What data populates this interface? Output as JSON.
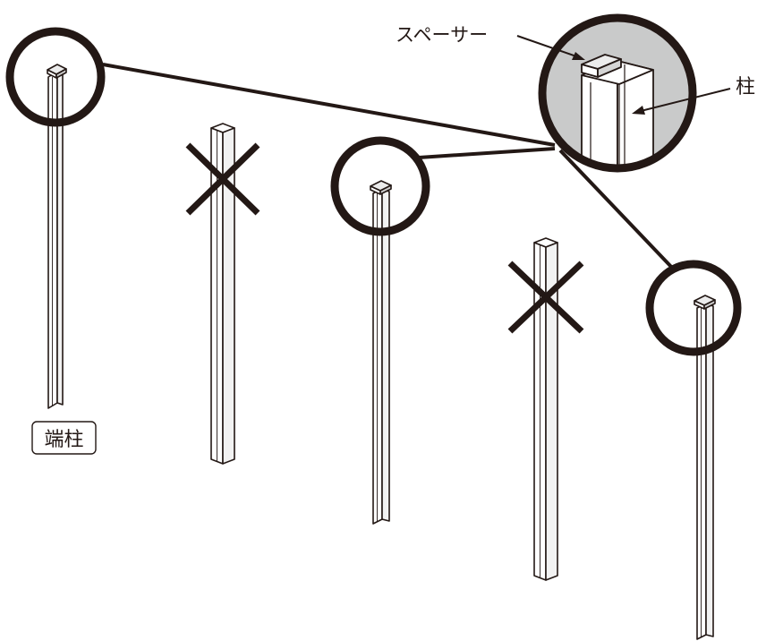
{
  "labels": {
    "spacer": "スペーサー",
    "post": "柱",
    "end_post": "端柱"
  },
  "colors": {
    "line": "#231815",
    "post_fill": "#ffffff",
    "zoom_background": "#c9caca",
    "spacer_fill": "#ececec"
  },
  "icons": {
    "excluded_marker": "cross-mark-icon",
    "callout_ring": "circle-highlight"
  }
}
